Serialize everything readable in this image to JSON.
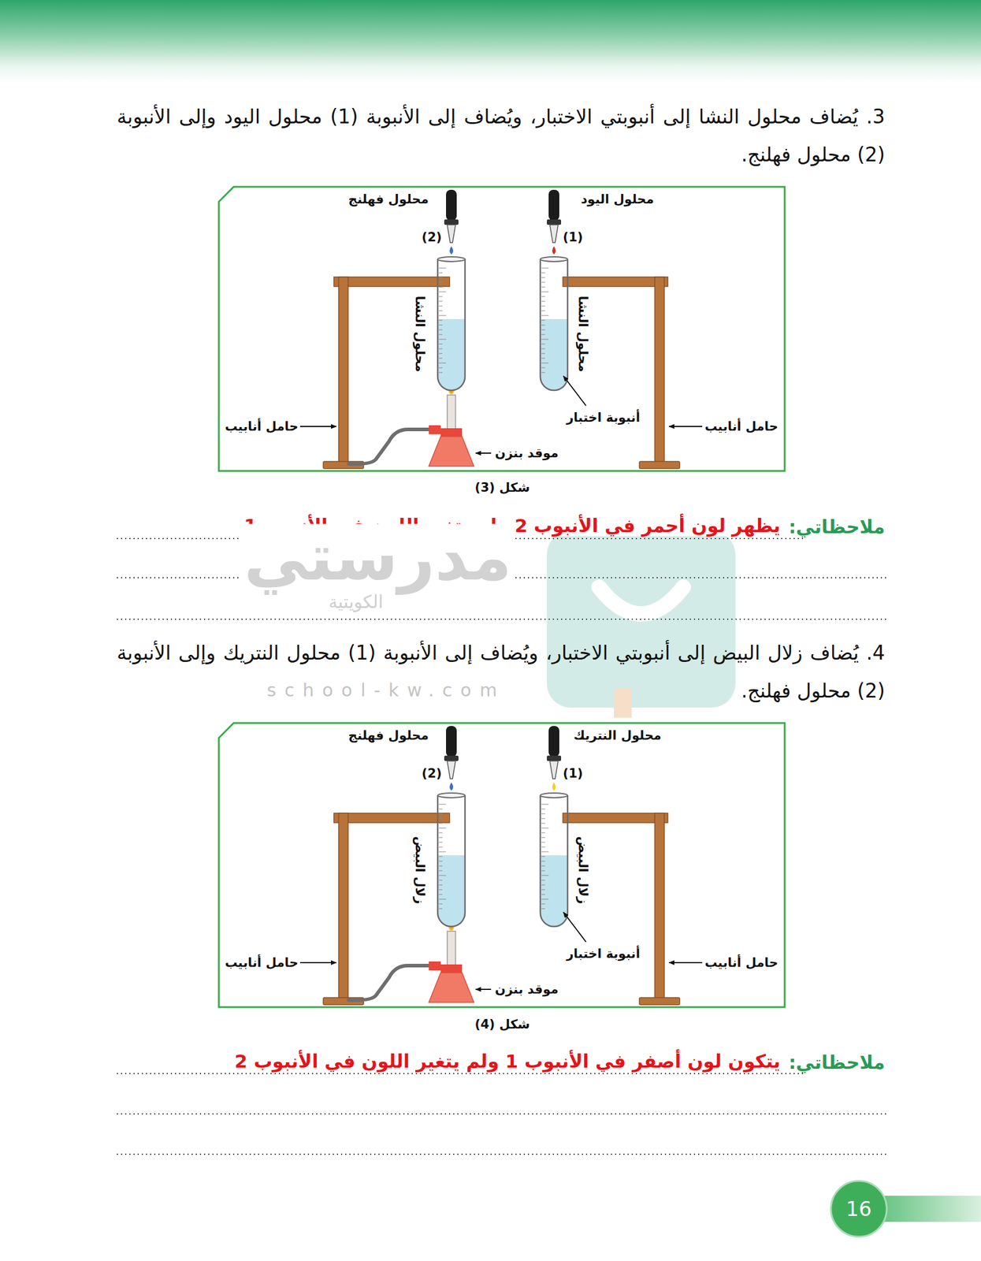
{
  "diagram": {
    "nodes": [
      {
        "text": [
          "محلول فهلنج",
          "(2)",
          "محلول اليود",
          "(1)",
          "محلول النشا",
          "محلول النشا",
          "أنبوبة اختبار",
          "حامل أنابيب",
          "حامل أنابيب",
          "موقد بنزن"
        ]
      },
      {
        "text": [
          "محلول فهلنج",
          "(2)",
          "محلول النتريك",
          "(1)",
          "زلال البيض",
          "زلال البيض",
          "أنبوبة اختبار",
          "حامل أنابيب",
          "حامل أنابيب",
          "موقد بنزن"
        ]
      },
      {
        "text": [
          "16"
        ]
      }
    ],
    "labels": [
      "3. يُضاف محلول النشا إلى أنبوبتي الاختبار، ويُضاف إلى الأنبوبة (1) محلول اليود وإلى الأنبوبة (2) محلول فهلنج.",
      "شكل (3)",
      "ملاحظاتي:",
      "يظهر لون أحمر في الأنبوب 2 ولم يتغير اللون في الأنبوب 1",
      "مدرستي",
      "الكويتية",
      "school-kw.com",
      "4. يُضاف زلال البيض إلى أنبوبتي الاختبار، ويُضاف إلى الأنبوبة (1) محلول النتريك وإلى الأنبوبة (2) محلول فهلنج.",
      "شكل (4)",
      "ملاحظاتي:",
      "يتكون لون أصفر في الأنبوب 1 ولم يتغير اللون في الأنبوب 2"
    ]
  }
}
